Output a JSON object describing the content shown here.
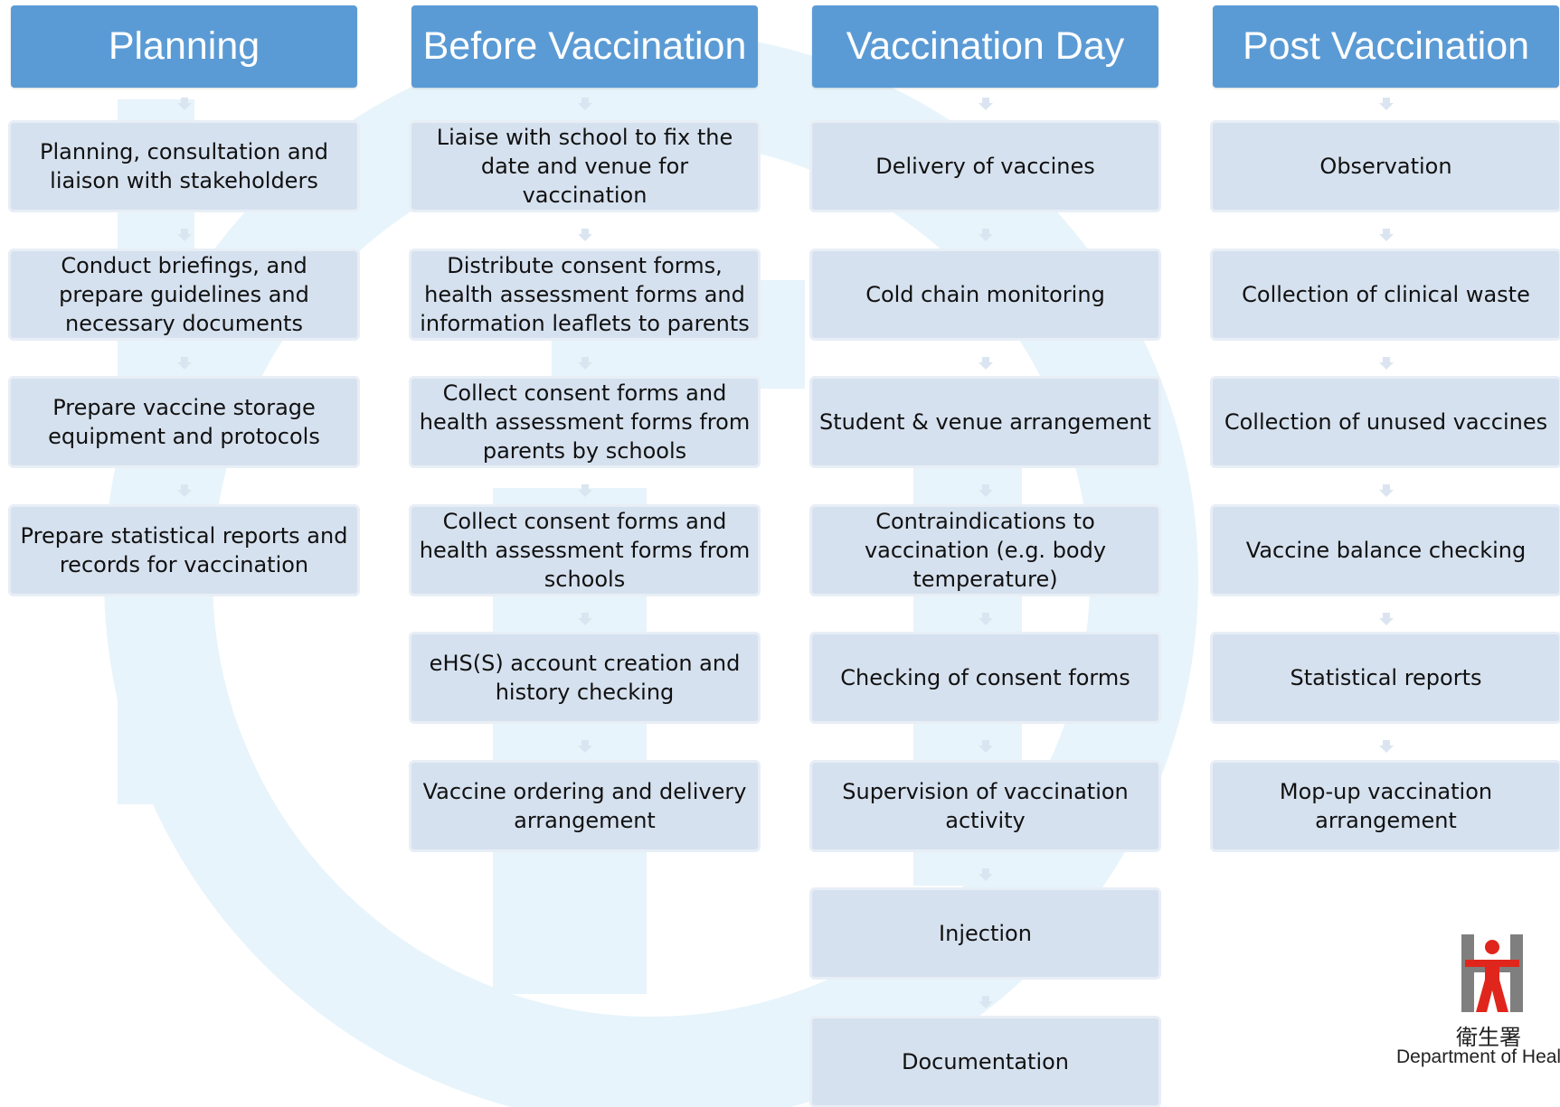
{
  "colors": {
    "header_bg": "#5b9bd5",
    "header_text": "#ffffff",
    "box_bg": "#d6e1ef",
    "arrow": "#dbe5f1",
    "watermark": "#e7f4fb",
    "logo_red": "#e0261c",
    "logo_gray": "#7f7f7f"
  },
  "columns": [
    {
      "header": "Planning",
      "steps": [
        "Planning, consultation and liaison with stakeholders",
        "Conduct briefings, and prepare guidelines and necessary documents",
        "Prepare vaccine storage equipment and protocols",
        "Prepare statistical reports and records for vaccination"
      ]
    },
    {
      "header": "Before Vaccination",
      "steps": [
        "Liaise with school to fix the date and venue for vaccination",
        "Distribute consent forms, health assessment forms and information leaflets to parents",
        "Collect consent forms and health assessment forms from parents by schools",
        "Collect consent forms and health assessment forms from schools",
        "eHS(S) account creation and history checking",
        "Vaccine ordering and delivery arrangement"
      ]
    },
    {
      "header": "Vaccination Day",
      "steps": [
        "Delivery of vaccines",
        "Cold chain monitoring",
        "Student & venue arrangement",
        "Contraindications to vaccination (e.g. body temperature)",
        "Checking of consent forms",
        "Supervision of vaccination activity",
        "Injection",
        "Documentation"
      ]
    },
    {
      "header": "Post Vaccination",
      "steps": [
        "Observation",
        "Collection of clinical waste",
        "Collection of unused vaccines",
        "Vaccine balance checking",
        "Statistical reports",
        "Mop-up vaccination arrangement"
      ]
    }
  ],
  "logo": {
    "chinese_name": "衛生署",
    "english_name": "Department of Health"
  }
}
